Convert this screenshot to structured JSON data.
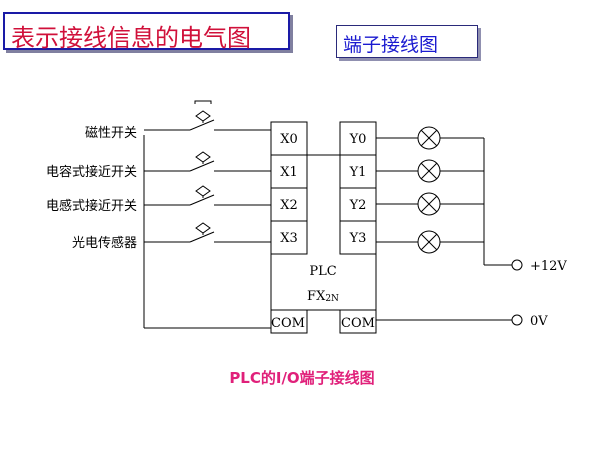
{
  "title": "表示接线信息的电气图",
  "subtitle": "端子接线图",
  "caption": "PLC的I/O端子接线图",
  "inputs": [
    "磁性开关",
    "电容式接近开关",
    "电感式接近开关",
    "光电传感器"
  ],
  "input_terminals": [
    "X0",
    "X1",
    "X2",
    "X3"
  ],
  "output_terminals": [
    "Y0",
    "Y1",
    "Y2",
    "Y3"
  ],
  "plc_label": "PLC",
  "model_main": "FX",
  "model_sub": "2N",
  "com_left": "COM",
  "com_right": "COM",
  "supply_positive": "+12V",
  "supply_zero": "0V",
  "colors": {
    "title": "#d0103a",
    "subtitle": "#1a1ad0",
    "caption": "#e0207a",
    "border": "#1a1aa6"
  }
}
